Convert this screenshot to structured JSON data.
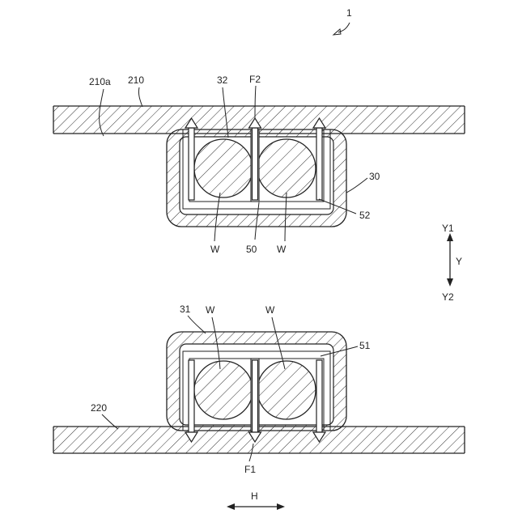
{
  "labels": {
    "assembly": "1",
    "plate_top": "210",
    "plate_top_face": "210a",
    "plate_bottom": "220",
    "holder_top": "30",
    "holder_bottom": "31",
    "groove_top": "32",
    "frame_top": "52",
    "frame_bottom": "51",
    "spacer": "50",
    "wire": "W",
    "force_top": "F2",
    "force_bottom": "F1",
    "dir_y": "Y",
    "dir_y1": "Y1",
    "dir_y2": "Y2",
    "dir_h": "H"
  }
}
